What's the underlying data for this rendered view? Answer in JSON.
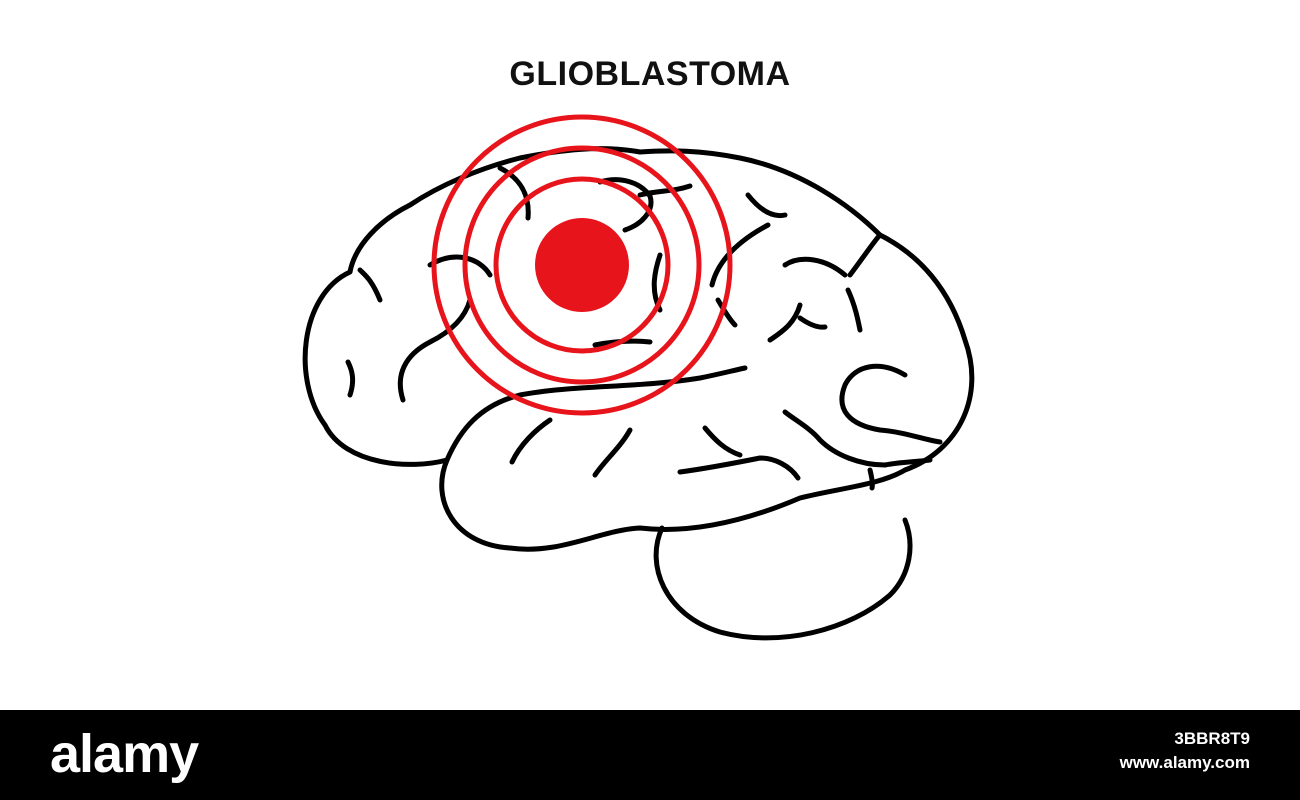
{
  "title": "GLIOBLASTOMA",
  "colors": {
    "outline": "#000000",
    "tumor": "#e8141b",
    "footer_background": "#000000",
    "footer_text": "#ffffff"
  },
  "icons": {
    "brain": "brain-outline-icon",
    "tumor": "tumor-target-icon"
  },
  "footer": {
    "brand": "alamy",
    "image_code": "3BBR8T9",
    "site": "www.alamy.com"
  }
}
